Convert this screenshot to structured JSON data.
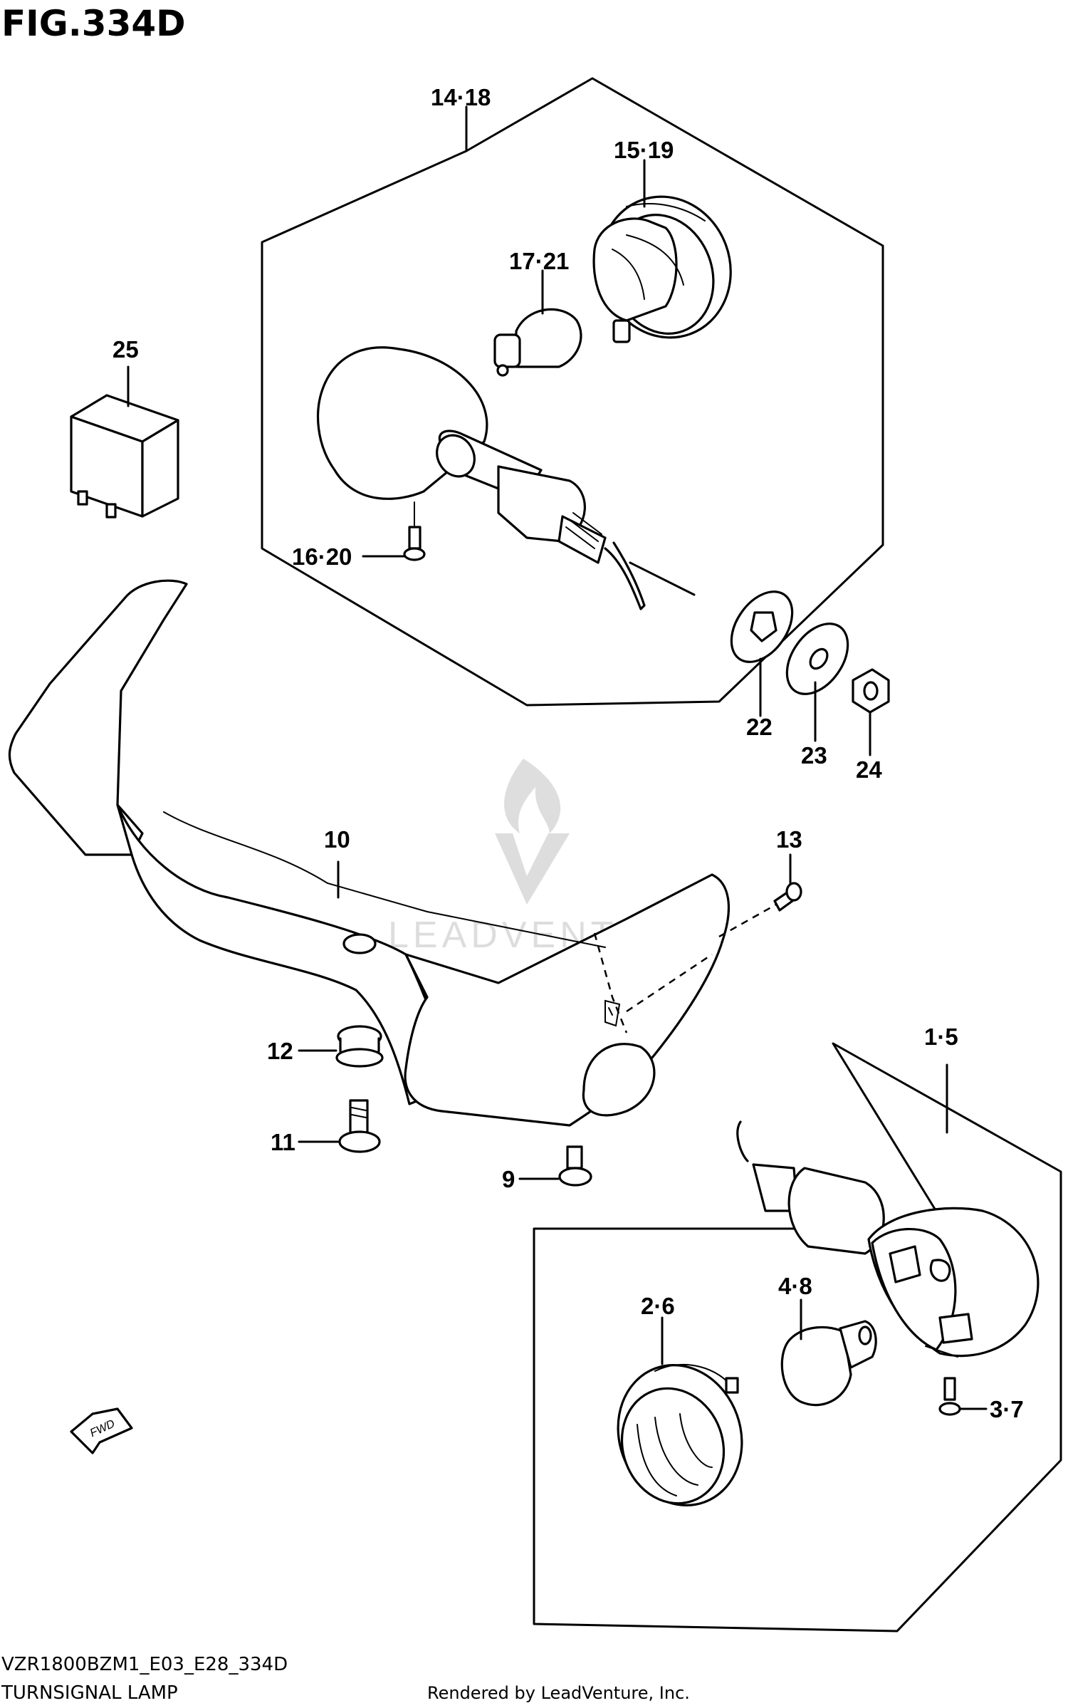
{
  "figure": {
    "title": "FIG.334D",
    "model_code": "VZR1800BZM1_E03_E28_334D",
    "name": "TURNSIGNAL LAMP",
    "credit": "Rendered by LeadVenture, Inc.",
    "watermark": "LEADVENTURE",
    "direction_arrow": "FWD"
  },
  "callouts": [
    {
      "id": "14-18",
      "label": "14·18"
    },
    {
      "id": "15-19",
      "label": "15·19"
    },
    {
      "id": "17-21",
      "label": "17·21"
    },
    {
      "id": "25",
      "label": "25"
    },
    {
      "id": "16-20",
      "label": "16·20"
    },
    {
      "id": "22",
      "label": "22"
    },
    {
      "id": "23",
      "label": "23"
    },
    {
      "id": "24",
      "label": "24"
    },
    {
      "id": "10",
      "label": "10"
    },
    {
      "id": "13",
      "label": "13"
    },
    {
      "id": "12",
      "label": "12"
    },
    {
      "id": "11",
      "label": "11"
    },
    {
      "id": "9",
      "label": "9"
    },
    {
      "id": "1-5",
      "label": "1·5"
    },
    {
      "id": "2-6",
      "label": "2·6"
    },
    {
      "id": "4-8",
      "label": "4·8"
    },
    {
      "id": "3-7",
      "label": "3·7"
    }
  ]
}
